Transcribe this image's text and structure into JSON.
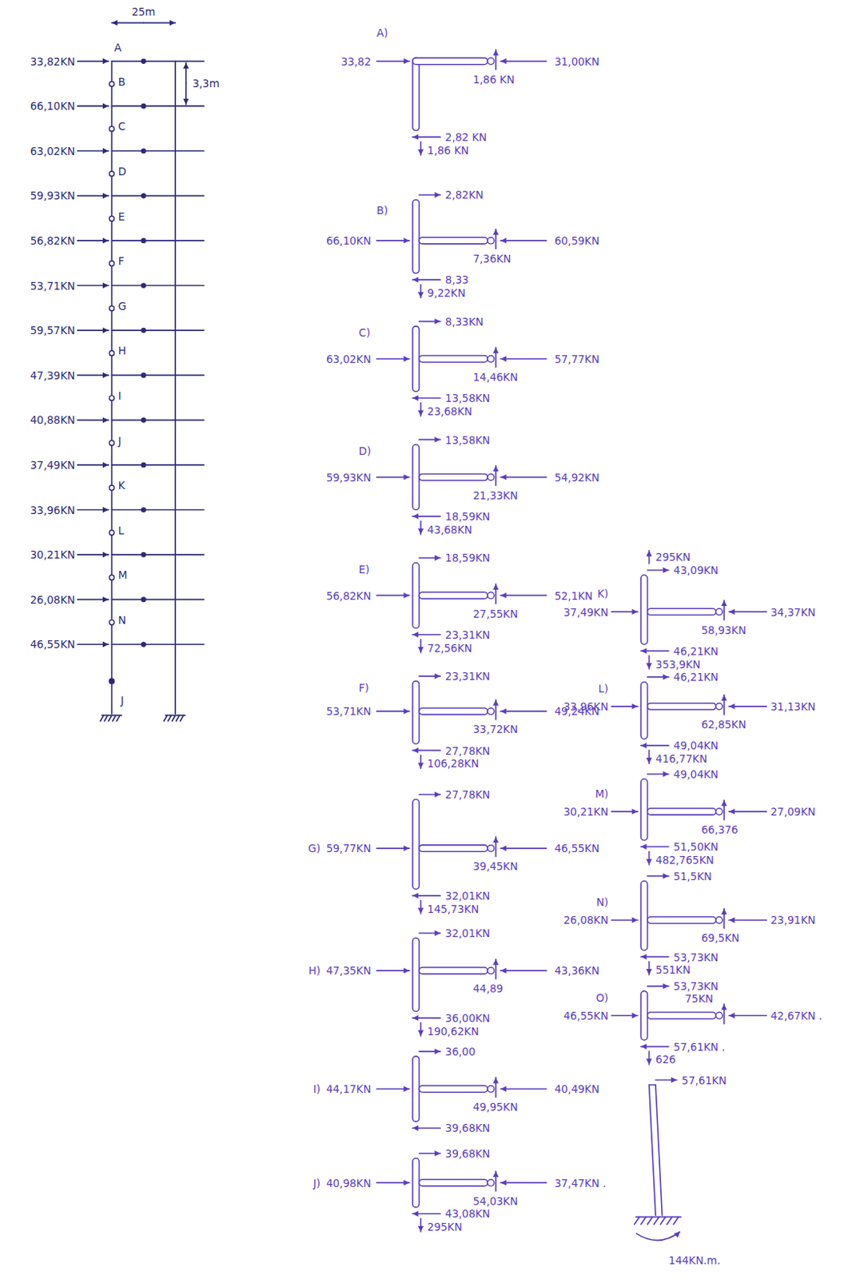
{
  "diagram": {
    "labels": [
      "25m",
      "A",
      "3,3m",
      "33,82KN",
      "B",
      "66,10KN",
      "C",
      "63,02KN",
      "D",
      "59,93KN",
      "E",
      "56,82KN",
      "F",
      "53,71KN",
      "G",
      "59,57KN",
      "H",
      "47,39KN",
      "I",
      "40,88KN",
      "J",
      "37,49KN",
      "K",
      "33,96KN",
      "L",
      "30,21KN",
      "M",
      "26,08KN",
      "N",
      "46,55KN",
      "J",
      "A)",
      "33,82",
      "31,00KN",
      "1,86 KN",
      "2,82 KN",
      "1,86 KN",
      "B)",
      "2,82KN",
      "66,10KN",
      "60,59KN",
      "7,36KN",
      "8,33",
      "9,22KN",
      "C)",
      "8,33KN",
      "63,02KN",
      "57,77KN",
      "14,46KN",
      "13,58KN",
      "23,68KN",
      "D)",
      "13,58KN",
      "59,93KN",
      "54,92KN",
      "21,33KN",
      "18,59KN",
      "43,68KN",
      "E)",
      "18,59KN",
      "56,82KN",
      "52,1KN",
      "27,55KN",
      "23,31KN",
      "72,56KN",
      "F)",
      "23,31KN",
      "53,71KN",
      "49,24KN",
      "33,72KN",
      "27,78KN",
      "106,28KN",
      "G)",
      "27,78KN",
      "59,77KN",
      "46,55KN",
      "39,45KN",
      "32,01KN",
      "145,73KN",
      "H)",
      "32,01KN",
      "47,35KN",
      "43,36KN",
      "44,89",
      "36,00KN",
      "190,62KN",
      "I)",
      "36,00",
      "44,17KN",
      "40,49KN",
      "49,95KN",
      "39,68KN",
      "J)",
      "39,68KN",
      "40,98KN",
      "37,47KN .",
      "54,03KN",
      "43,08KN",
      "295KN",
      "295KN",
      "43,09KN",
      "K)",
      "37,49KN",
      "34,37KN",
      "58,93KN",
      "46,21KN",
      "353,9KN",
      "L)",
      "46,21KN",
      "33,96KN",
      "62,85KN",
      "31,13KN",
      "49,04KN",
      "416,77KN",
      "M)",
      "49,04KN",
      "30,21KN",
      "27,09KN",
      "66,376",
      "51,50KN",
      "482,765KN",
      "N)",
      "51,5KN",
      "26,08KN",
      "23,91KN",
      "69,5KN",
      "53,73KN",
      "551KN",
      "O)",
      "53,73KN",
      "46,55KN",
      "75KN",
      "42,67KN .",
      "57,61KN .",
      "626",
      "57,61KN",
      "144KN.m."
    ]
  }
}
